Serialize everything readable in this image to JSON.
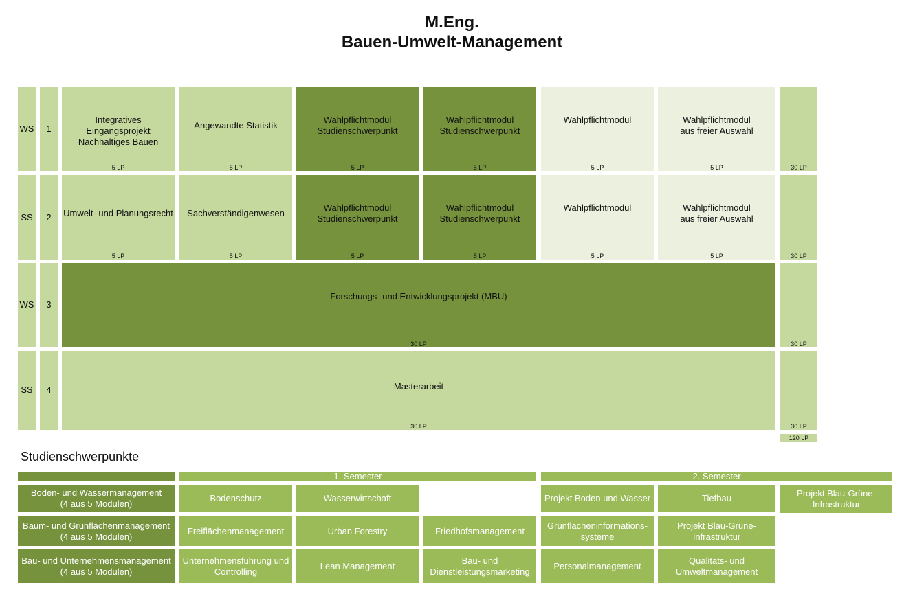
{
  "title": {
    "line1": "M.Eng.",
    "line2": "Bauen-Umwelt-Management"
  },
  "semesters": [
    {
      "term": "WS",
      "number": "1",
      "total": "30 LP"
    },
    {
      "term": "SS",
      "number": "2",
      "total": "30 LP"
    },
    {
      "term": "WS",
      "number": "3",
      "total": "30 LP"
    },
    {
      "term": "SS",
      "number": "4",
      "total": "30 LP"
    }
  ],
  "grand_total": "120 LP",
  "row1": [
    {
      "label": "Integratives Eingangsprojekt\nNachhaltiges Bauen",
      "lp": "5 LP"
    },
    {
      "label": "Angewandte Statistik",
      "lp": "5 LP"
    },
    {
      "label": "Wahlpflichtmodul\nStudienschwerpunkt",
      "lp": "5 LP"
    },
    {
      "label": "Wahlpflichtmodul\nStudienschwerpunkt",
      "lp": "5 LP"
    },
    {
      "label": "Wahlpflichtmodul",
      "lp": "5 LP"
    },
    {
      "label": "Wahlpflichtmodul\naus freier Auswahl",
      "lp": "5 LP"
    }
  ],
  "row2": [
    {
      "label": "Umwelt- und Planungsrecht",
      "lp": "5 LP"
    },
    {
      "label": "Sachverständigenwesen",
      "lp": "5 LP"
    },
    {
      "label": "Wahlpflichtmodul\nStudienschwerpunkt",
      "lp": "5 LP"
    },
    {
      "label": "Wahlpflichtmodul\nStudienschwerpunkt",
      "lp": "5 LP"
    },
    {
      "label": "Wahlpflichtmodul",
      "lp": "5 LP"
    },
    {
      "label": "Wahlpflichtmodul\naus freier Auswahl",
      "lp": "5 LP"
    }
  ],
  "row3": {
    "label": "Forschungs- und Entwicklungsprojekt (MBU)",
    "lp": "30 LP"
  },
  "row4": {
    "label": "Masterarbeit",
    "lp": "30 LP"
  },
  "focus": {
    "heading": "Studienschwerpunkte",
    "sem1": "1. Semester",
    "sem2": "2. Semester",
    "tracks": [
      {
        "name": "Boden- und Wassermanagement\n(4 aus 5 Modulen)",
        "modules": [
          "Bodenschutz",
          "Wasserwirtschaft",
          "",
          "Projekt Boden und Wasser",
          "Tiefbau",
          "Projekt Blau-Grüne-\nInfrastruktur"
        ]
      },
      {
        "name": "Baum- und Grünflächenmanagement\n(4 aus 5 Modulen)",
        "modules": [
          "Freiflächenmanagement",
          "Urban Forestry",
          "Friedhofsmanagement",
          "Grünflächeninformations-\nsysteme",
          "Projekt Blau-Grüne-\nInfrastruktur"
        ]
      },
      {
        "name": "Bau- und Unternehmensmanagement\n(4 aus 5 Modulen)",
        "modules": [
          "Unternehmensführung und\nControlling",
          "Lean Management",
          "Bau- und\nDienstleistungsmarketing",
          "Personalmanagement",
          "Qualitäts- und\nUmweltmanagement"
        ]
      }
    ]
  },
  "colors": {
    "light": "#c5d89e",
    "dark": "#76923c",
    "pale": "#ebf1de",
    "mid": "#9bbb59"
  }
}
